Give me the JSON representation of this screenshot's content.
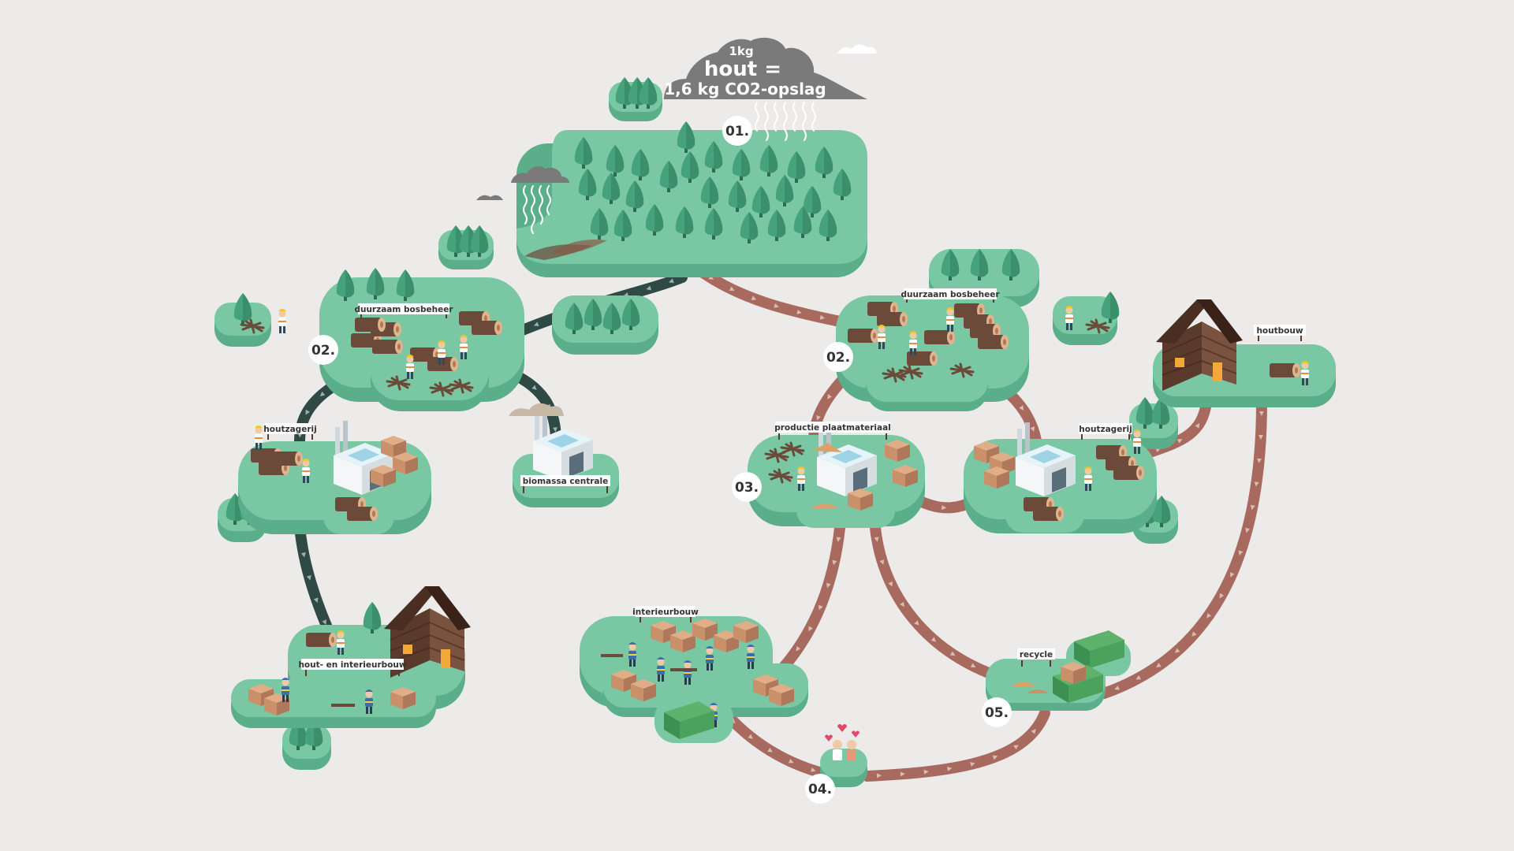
{
  "cloud_text": {
    "line1": "1kg",
    "line2": "hout =",
    "line3": "1,6 kg CO2-opslag"
  },
  "steps": {
    "s01": "01.",
    "s02a": "02.",
    "s02b": "02.",
    "s03": "03.",
    "s04": "04.",
    "s05": "05."
  },
  "labels": {
    "bosbeheer_left": "duurzaam bosbeheer",
    "bosbeheer_right": "duurzaam bosbeheer",
    "houtzagerij_left": "houtzagerij",
    "houtzagerij_right": "houtzagerij",
    "biomassa": "biomassa centrale",
    "houtbouw": "houtbouw",
    "hout_interieur": "hout- en interieurbouw",
    "productie": "productie plaatmateriaal",
    "interieurbouw": "interieurbouw",
    "recycle": "recycle"
  },
  "colors": {
    "background": "#ecebea",
    "island_top": "#79c7a3",
    "island_side": "#5aae8a",
    "tree": "#46a27a",
    "path_dark": "#2f4a45",
    "path_red": "#a86a5e",
    "cloud": "#7a7a7a",
    "wood": "#6b4a3a",
    "crate": "#c9906a"
  }
}
